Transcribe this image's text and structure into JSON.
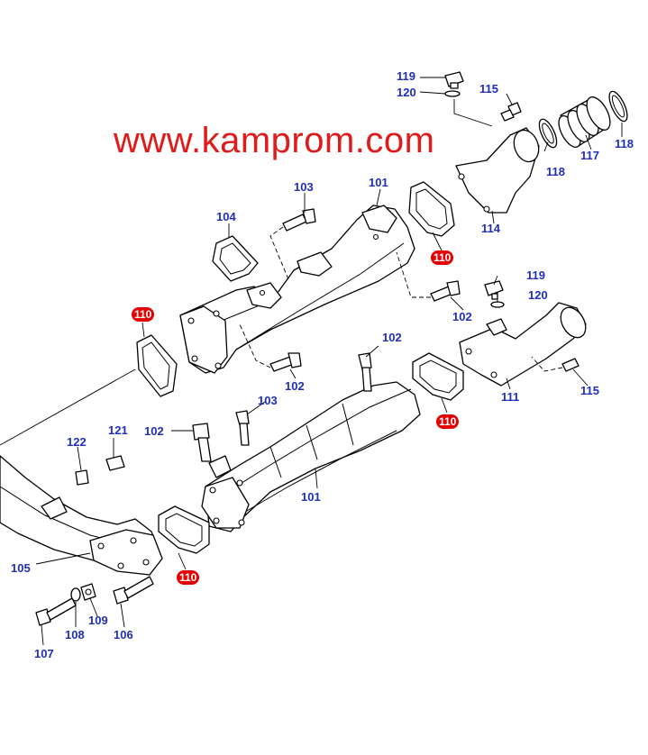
{
  "watermark": "www.kamprom.com",
  "colors": {
    "label": "#1f2fb8",
    "watermark": "#e01b1b",
    "highlight": "#e40000",
    "line": "#000000"
  },
  "callouts": {
    "c119a": "119",
    "c120a": "120",
    "c115a": "115",
    "c118a": "118",
    "c118b": "118",
    "c117": "117",
    "c114": "114",
    "c101a": "101",
    "c103a": "103",
    "c104": "104",
    "c110a": "110",
    "c102a": "102",
    "c110b": "110",
    "c102b": "102",
    "c119b": "119",
    "c120b": "120",
    "c102c": "102",
    "c111": "111",
    "c115b": "115",
    "c110c": "110",
    "c103b": "103",
    "c102d": "102",
    "c121": "121",
    "c122": "122",
    "c101b": "101",
    "c105": "105",
    "c110d": "110",
    "c107": "107",
    "c108": "108",
    "c109": "109",
    "c106": "106"
  }
}
